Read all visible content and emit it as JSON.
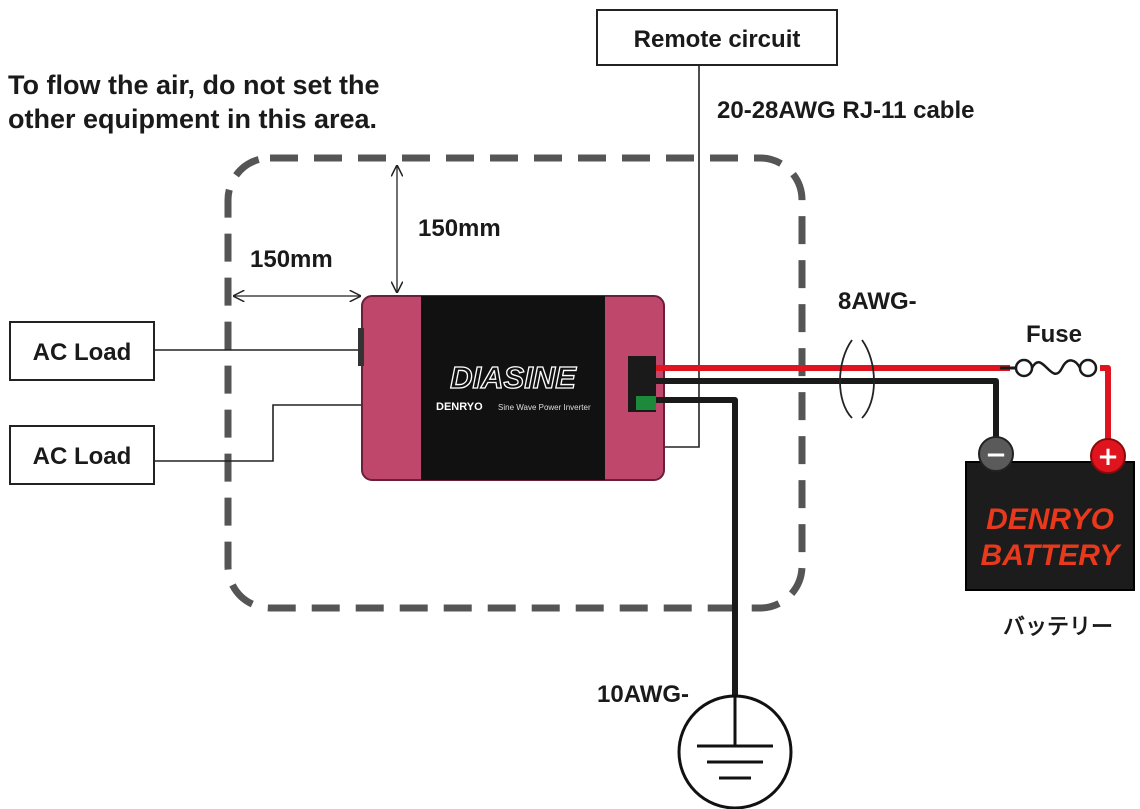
{
  "warning": {
    "line1": "To flow the air, do not set the",
    "line2": "other equipment in this area."
  },
  "clearance": {
    "top": "150mm",
    "left": "150mm"
  },
  "remote": {
    "box_label": "Remote circuit",
    "cable_label": "20-28AWG RJ-11 cable"
  },
  "loads": [
    {
      "label": "AC Load"
    },
    {
      "label": "AC Load"
    }
  ],
  "inverter": {
    "brand": "DIASINE",
    "maker": "DENRYO",
    "subtitle": "Sine Wave Power Inverter",
    "body_color": "#c0476c",
    "panel_color": "#111111"
  },
  "wiring": {
    "battery_cable": "8AWG-",
    "ground_cable": "10AWG-",
    "fuse_label": "Fuse",
    "positive_color": "#e0141e",
    "negative_color": "#1a1a1a"
  },
  "battery": {
    "brand_line1": "DENRYO",
    "brand_line2": "BATTERY",
    "caption": "バッテリー",
    "minus_symbol": "−",
    "plus_symbol": "+",
    "brand_color": "#e8391d"
  }
}
